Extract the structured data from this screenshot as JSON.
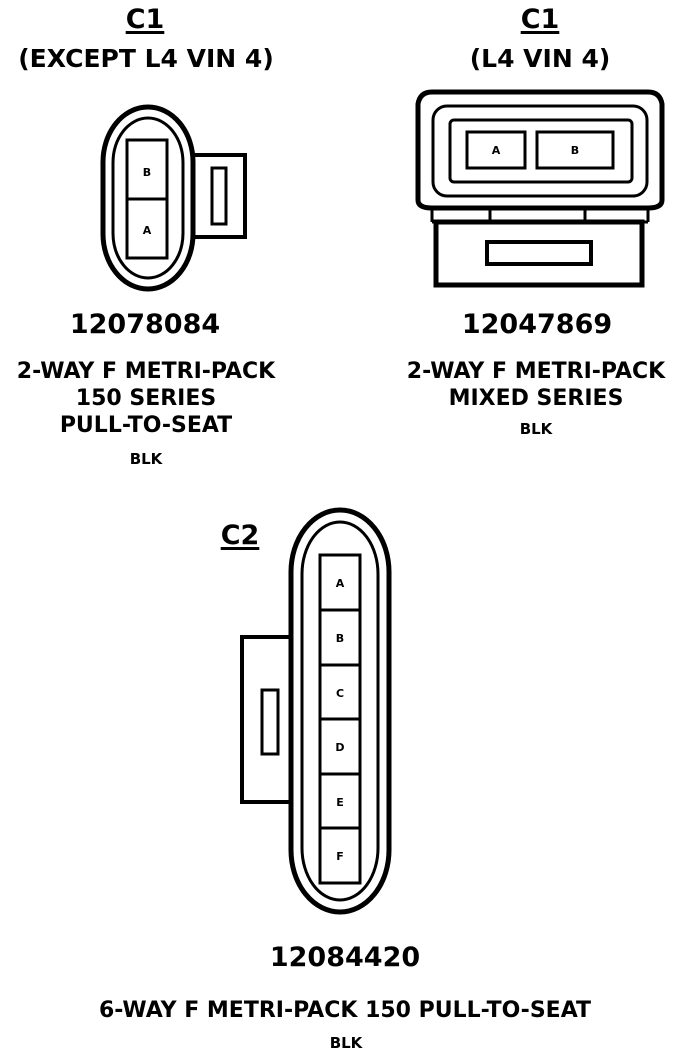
{
  "connectors": [
    {
      "id": "c1_except",
      "name": "C1",
      "qualifier": "(EXCEPT L4  VIN 4)",
      "part_number": "12078084",
      "description_lines": [
        "2-WAY F METRI-PACK",
        "150 SERIES",
        "PULL-TO-SEAT"
      ],
      "color": "BLK",
      "pins": [
        "B",
        "A"
      ]
    },
    {
      "id": "c1_l4",
      "name": "C1",
      "qualifier": "(L4  VIN 4)",
      "part_number": "12047869",
      "description_lines": [
        "2-WAY F METRI-PACK",
        "MIXED SERIES"
      ],
      "color": "BLK",
      "pins": [
        "A",
        "B"
      ]
    },
    {
      "id": "c2",
      "name": "C2",
      "part_number": "12084420",
      "description_lines": [
        "6-WAY F METRI-PACK 150 PULL-TO-SEAT"
      ],
      "color": "BLK",
      "pins": [
        "A",
        "B",
        "C",
        "D",
        "E",
        "F"
      ]
    }
  ],
  "colors": {
    "line": "#000000",
    "background": "#ffffff"
  }
}
